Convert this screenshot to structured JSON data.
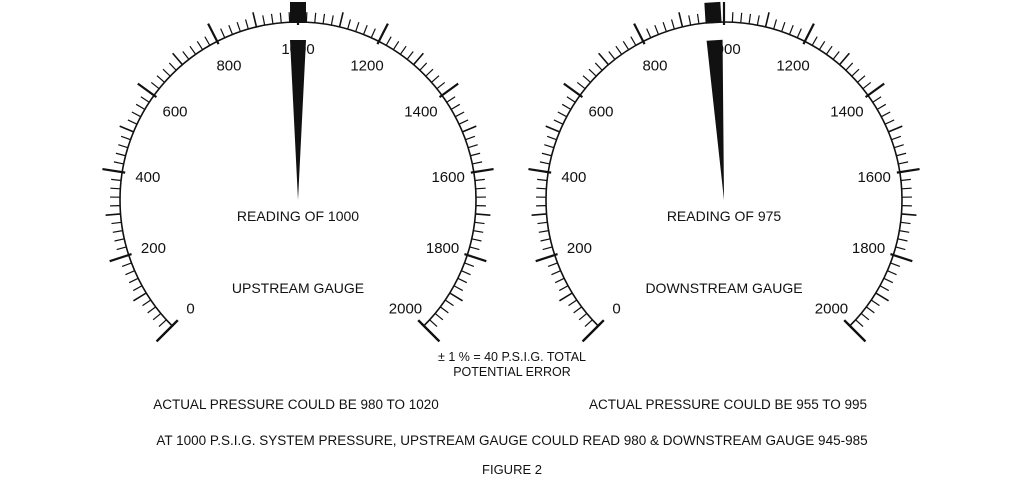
{
  "gauges": [
    {
      "reading_label": "READING OF 1000",
      "name": "UPSTREAM GAUGE",
      "needle_value": 1000,
      "scale_min": 0,
      "scale_max": 2000,
      "scale_labels": [
        "0",
        "200",
        "400",
        "600",
        "800",
        "1000",
        "1200",
        "1400",
        "1600",
        "1800",
        "2000"
      ]
    },
    {
      "reading_label": "READING OF 975",
      "name": "DOWNSTREAM GAUGE",
      "needle_value": 975,
      "scale_min": 0,
      "scale_max": 2000,
      "scale_labels": [
        "0",
        "200",
        "400",
        "600",
        "800",
        "1000",
        "1200",
        "1400",
        "1600",
        "1800",
        "2000"
      ]
    }
  ],
  "error_note_line1": "± 1 % = 40 P.S.I.G. TOTAL",
  "error_note_line2": "POTENTIAL ERROR",
  "left_actual": "ACTUAL PRESSURE COULD BE 980 TO 1020",
  "right_actual": "ACTUAL PRESSURE COULD BE 955 TO 995",
  "system_note": "AT 1000 P.S.I.G.  SYSTEM PRESSURE, UPSTREAM GAUGE COULD READ 980 & DOWNSTREAM GAUGE 945-985",
  "figure_label": "FIGURE 2"
}
